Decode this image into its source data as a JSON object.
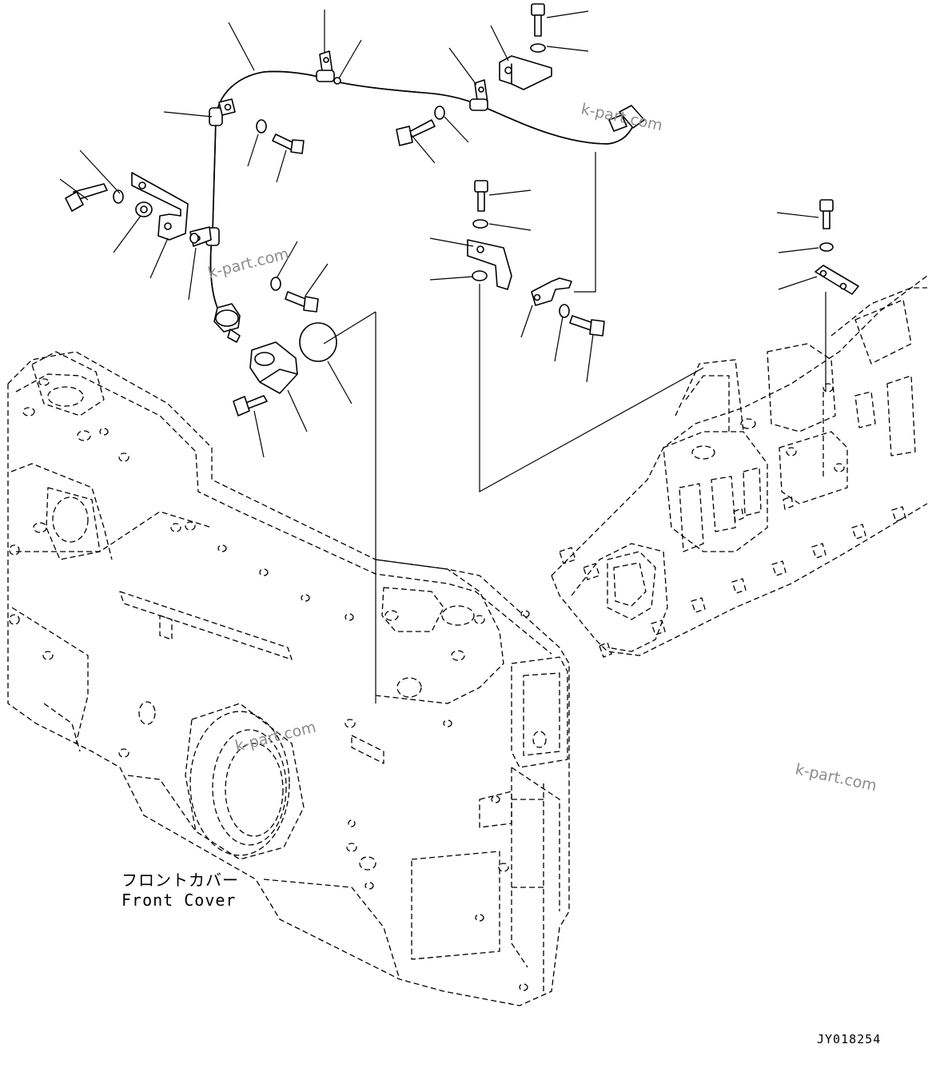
{
  "diagram": {
    "label_jp": "フロントカバー",
    "label_en": "Front Cover",
    "drawing_code": "JY018254",
    "watermarks": [
      "k-part.com",
      "k-part.com",
      "k-part.com",
      "k-part.com"
    ]
  }
}
